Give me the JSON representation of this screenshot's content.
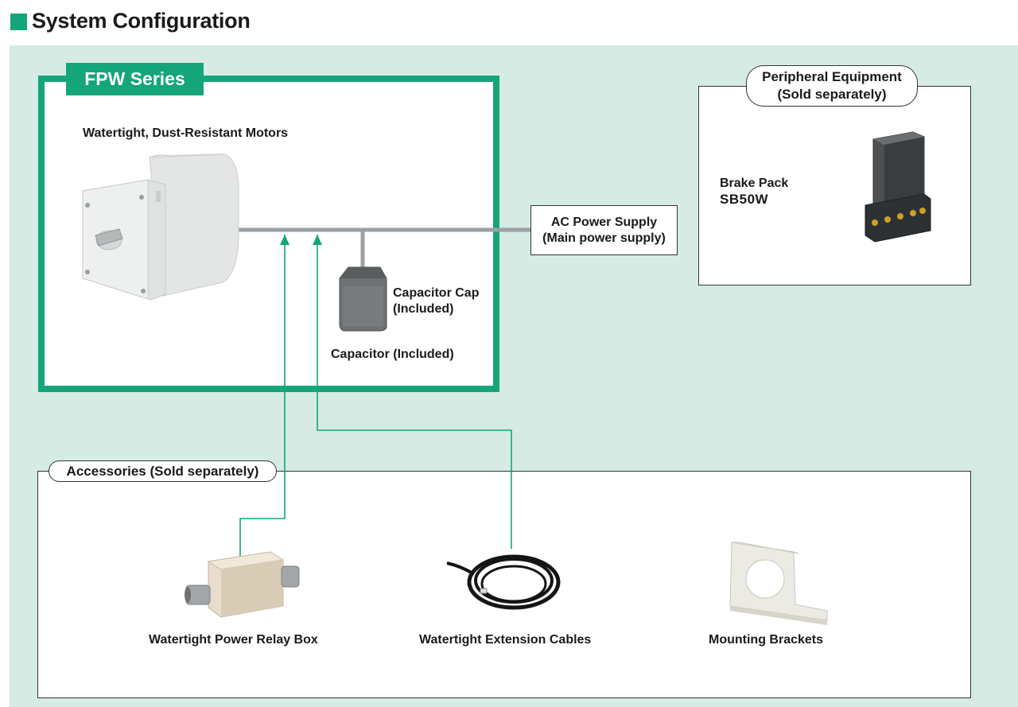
{
  "header": {
    "title": "System Configuration"
  },
  "series": {
    "tab_label": "FPW Series",
    "motor_label": "Watertight, Dust-Resistant Motors",
    "capacitor_cap_line1": "Capacitor Cap",
    "capacitor_cap_line2": "(Included)",
    "capacitor_label": "Capacitor (Included)"
  },
  "power": {
    "line1": "AC Power Supply",
    "line2": "(Main power supply)"
  },
  "peripheral": {
    "heading_line1": "Peripheral Equipment",
    "heading_line2": "(Sold separately)",
    "item_name": "Brake Pack",
    "item_model": "SB50W"
  },
  "accessories": {
    "heading": "Accessories (Sold separately)",
    "items": [
      {
        "label": "Watertight Power Relay Box"
      },
      {
        "label": "Watertight Extension Cables"
      },
      {
        "label": "Mounting Brackets"
      }
    ]
  },
  "colors": {
    "accent": "#14a57a",
    "panel": "#d6ebe4",
    "cable": "#9aa0a4"
  }
}
